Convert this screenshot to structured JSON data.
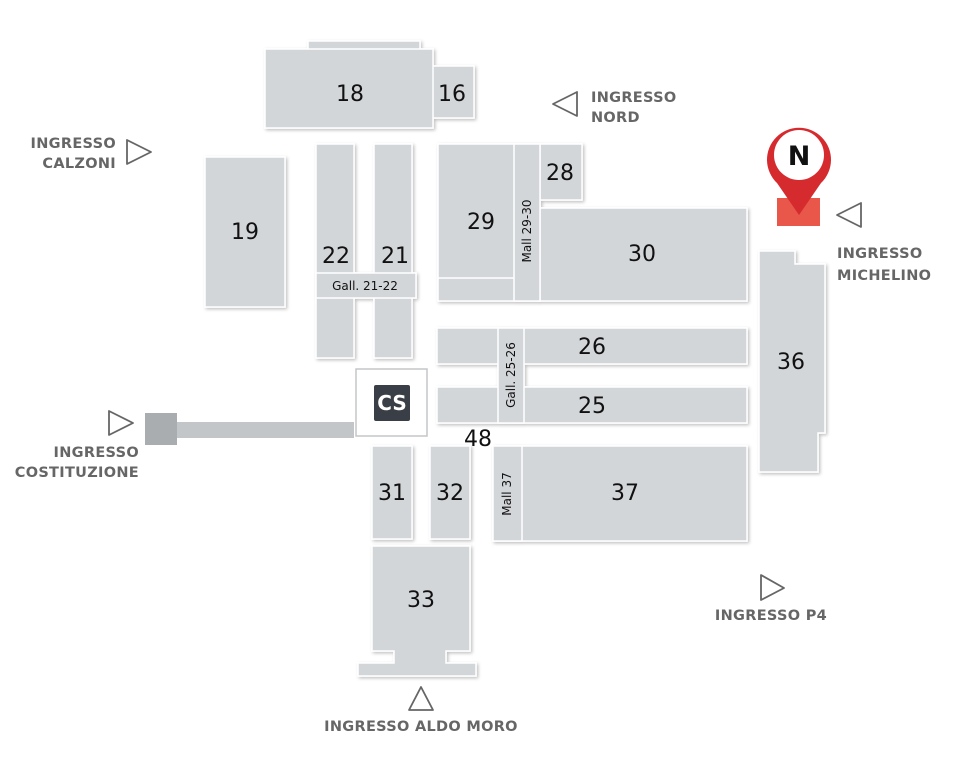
{
  "halls": {
    "h16": "16",
    "h18": "18",
    "h19": "19",
    "h21": "21",
    "h22": "22",
    "h25": "25",
    "h26": "26",
    "h28": "28",
    "h29": "29",
    "h30": "30",
    "h31": "31",
    "h32": "32",
    "h33": "33",
    "h36": "36",
    "h37": "37",
    "h48": "48"
  },
  "connectors": {
    "gall_21_22": "Gall. 21-22",
    "gall_25_26": "Gall. 25-26",
    "mall_29_30": "Mall 29-30",
    "mall_37": "Mall 37"
  },
  "service_center": "CS",
  "north_marker": "N",
  "entrances": {
    "nord": [
      "INGRESSO",
      "NORD"
    ],
    "calzoni": [
      "INGRESSO",
      "CALZONI"
    ],
    "michelino": [
      "INGRESSO",
      "MICHELINO"
    ],
    "costituzione": [
      "INGRESSO",
      "COSTITUZIONE"
    ],
    "p4": "INGRESSO P4",
    "aldo_moro": "INGRESSO ALDO MORO"
  },
  "colors": {
    "hall_fill": "#d3d6d9",
    "hall_stroke": "#ffffff",
    "marker_red": "#d52b2e",
    "highlight_red": "#e8574a",
    "cs_box": "#3a3f47",
    "entrance_text": "#666666"
  }
}
